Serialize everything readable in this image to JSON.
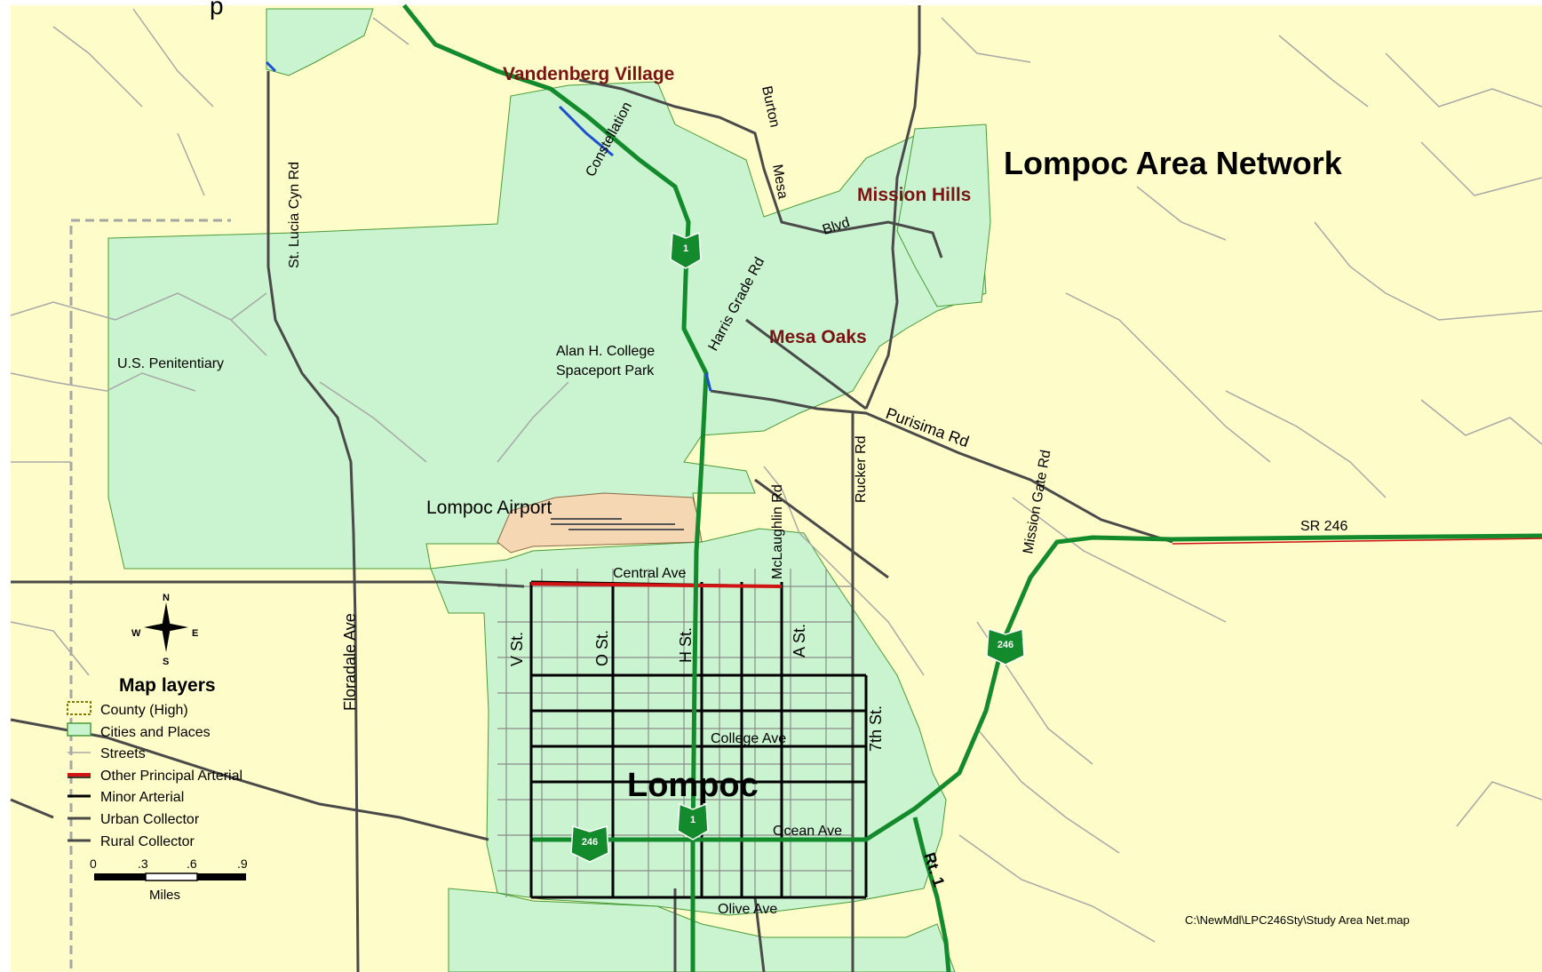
{
  "map": {
    "title": "Lompoc Area Network",
    "partial_top_text": "p",
    "file_path": "C:\\NewMdl\\LPC246Sty\\Study Area Net.map",
    "colors": {
      "land": "#fefcc8",
      "city": "#c9f4cf",
      "airport": "#f5d8b3",
      "highway": "#138a2b",
      "principal_arterial": "#d11313",
      "minor_arterial": "#000000",
      "collector": "#4a4a4a",
      "street": "#a8a8a8",
      "place_label": "#7a1414"
    },
    "places": {
      "vandenberg": "Vandenberg Village",
      "mission_hills": "Mission Hills",
      "mesa_oaks": "Mesa Oaks",
      "lompoc": "Lompoc",
      "penitentiary": "U.S. Penitentiary",
      "college": "Alan H. College",
      "spaceport": "Spaceport Park",
      "airport": "Lompoc Airport"
    },
    "streets": {
      "st_lucia": "St. Lucia Cyn Rd",
      "constellation": "Constellation",
      "burton": "Burton",
      "mesa": "Mesa",
      "blvd": "Blvd",
      "harris_grade": "Harris Grade Rd",
      "purisima": "Purisima Rd",
      "rucker": "Rucker Rd",
      "mclaughlin": "McLaughlin Rd",
      "mission_gate": "Mission Gate Rd",
      "sr246": "SR 246",
      "central": "Central Ave",
      "floradale": "Floradale Ave",
      "v_st": "V St.",
      "o_st": "O St.",
      "h_st": "H St.",
      "a_st": "A St.",
      "seventh": "7th St.",
      "college_ave": "College Ave",
      "ocean": "Ocean Ave",
      "olive": "Olive Ave",
      "rt1": "Rt. 1"
    },
    "shields": {
      "route1": "1",
      "route246": "246"
    },
    "compass": {
      "n": "N",
      "s": "S",
      "e": "E",
      "w": "W"
    },
    "legend": {
      "title": "Map layers",
      "items": [
        {
          "label": "County (High)",
          "symbol": "county-box"
        },
        {
          "label": "Cities and Places",
          "symbol": "city-fill"
        },
        {
          "label": "Streets",
          "symbol": "street-line"
        },
        {
          "label": "Other Principal Arterial",
          "symbol": "principal-line"
        },
        {
          "label": "Minor Arterial",
          "symbol": "minor-line"
        },
        {
          "label": "Urban Collector",
          "symbol": "urban-line"
        },
        {
          "label": "Rural Collector",
          "symbol": "rural-line"
        }
      ]
    },
    "scalebar": {
      "ticks": [
        "0",
        ".3",
        ".6",
        ".9"
      ],
      "unit": "Miles"
    }
  }
}
